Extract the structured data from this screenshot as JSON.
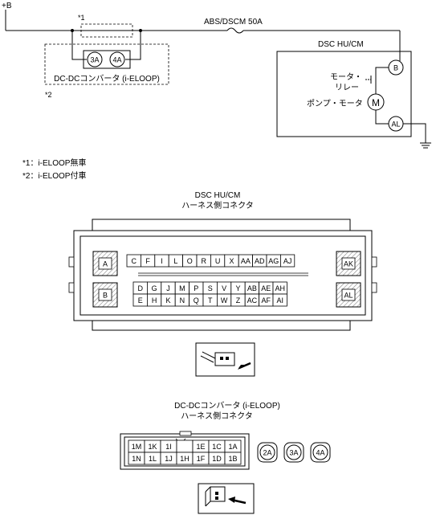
{
  "schematic": {
    "power_label": "+B",
    "fuse_label": "ABS/DSCM 50A",
    "star1": "*1",
    "star2": "*2",
    "dcdc": {
      "name": "DC-DCコンバータ (i-ELOOP)",
      "terminals": [
        "3A",
        "4A"
      ]
    },
    "dsc_box": {
      "title": "DSC HU/CM",
      "relay_line1": "モータ・",
      "relay_line2": "リレー",
      "pump_label": "ポンプ・モータ",
      "motor_symbol": "M",
      "terminal_top": "B",
      "terminal_bottom": "AL"
    }
  },
  "notes": [
    "*1：i-ELOOP無車",
    "*2：i-ELOOP付車"
  ],
  "connector_dsc": {
    "title_line1": "DSC HU/CM",
    "title_line2": "ハーネス側コネクタ",
    "left_big": [
      "A",
      "B"
    ],
    "right_big": [
      "AK",
      "AL"
    ],
    "row1": [
      "C",
      "F",
      "I",
      "L",
      "O",
      "R",
      "U",
      "X",
      "AA",
      "AD",
      "AG",
      "AJ"
    ],
    "row2": [
      "D",
      "G",
      "J",
      "M",
      "P",
      "S",
      "V",
      "Y",
      "AB",
      "AE",
      "AH"
    ],
    "row3": [
      "E",
      "H",
      "K",
      "N",
      "Q",
      "T",
      "W",
      "Z",
      "AC",
      "AF",
      "AI"
    ]
  },
  "connector_dcdc": {
    "title_line1": "DC-DCコンバータ (i-ELOOP)",
    "title_line2": "ハーネス側コネクタ",
    "row1": [
      "1M",
      "1K",
      "1I",
      "",
      "1E",
      "1C",
      "1A"
    ],
    "row2": [
      "1N",
      "1L",
      "1J",
      "1H",
      "1F",
      "1D",
      "1B"
    ],
    "round_terminals": [
      "2A",
      "3A",
      "4A"
    ]
  }
}
